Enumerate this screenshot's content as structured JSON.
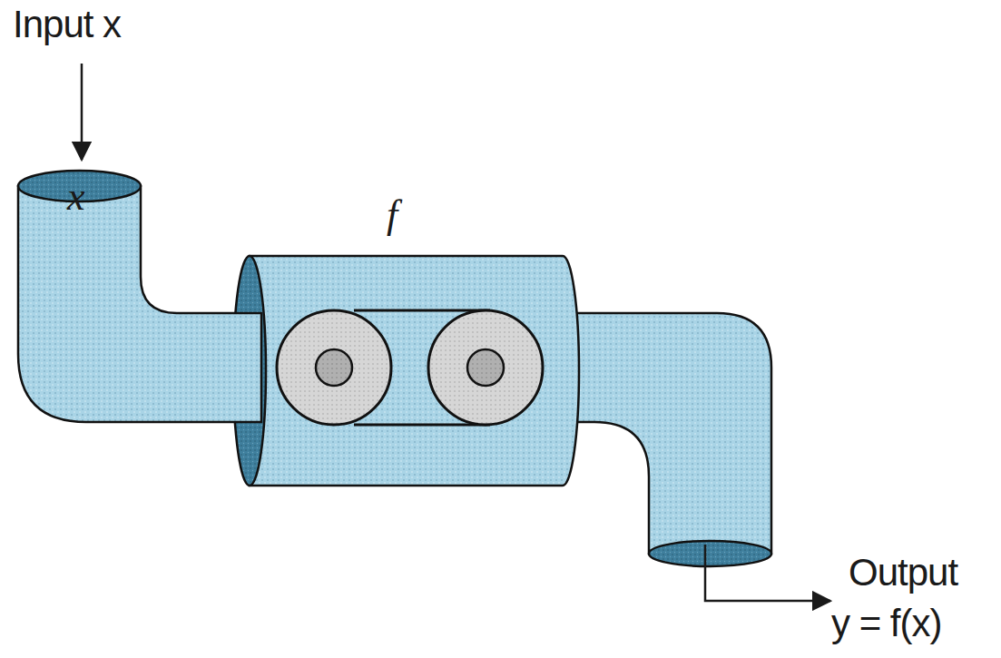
{
  "diagram": {
    "nodes": [
      {
        "text": [
          "x"
        ]
      },
      {
        "text": [
          "f"
        ]
      }
    ],
    "labels": [
      "Input x",
      "Output",
      "y = f(x)"
    ]
  }
}
